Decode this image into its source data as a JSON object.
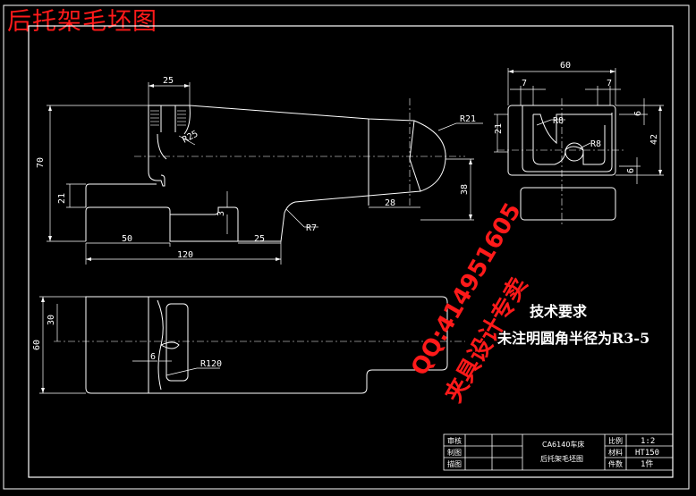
{
  "title": "后托架毛坯图",
  "dimensions": {
    "front_view": [
      "25",
      "R25",
      "R21",
      "70",
      "21",
      "38",
      "28",
      "3",
      "R7",
      "50",
      "25",
      "120"
    ],
    "side_view": [
      "60",
      "7",
      "7",
      "21",
      "R8",
      "R8",
      "6",
      "42",
      "6"
    ],
    "top_view": [
      "30",
      "60",
      "6",
      "R120"
    ]
  },
  "technical_notes": {
    "heading": "技术要求",
    "line": "未注明圆角半径为R3-5"
  },
  "watermark": {
    "line1": "QQ:414951605",
    "line2": "夹具设计专卖"
  },
  "title_block": {
    "left_labels": [
      "审核",
      "制图",
      "描图"
    ],
    "part_name": "CA6140车床",
    "drawing_name": "后托架毛坯图",
    "rows": [
      {
        "label": "比例",
        "value": "1:2"
      },
      {
        "label": "材料",
        "value": "HT150"
      },
      {
        "label": "件数",
        "value": "1件"
      }
    ]
  },
  "colors": {
    "background": "#000000",
    "lines": "#ffffff",
    "title": "#ff1a1a",
    "watermark": "#ff1a1a"
  }
}
